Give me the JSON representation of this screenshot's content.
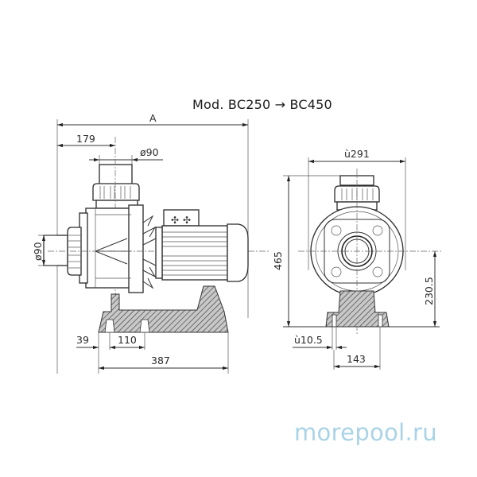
{
  "title": "Mod. BC250 → BC450",
  "watermark": "morepool.ru",
  "colors": {
    "line": "#2a2a2a",
    "watermark": "#a9d3e6",
    "background": "#ffffff"
  },
  "side_view": {
    "dimensions": {
      "overall_length": "A",
      "inlet_offset": "179",
      "outlet_diameter": "ø90",
      "inlet_diameter": "ø90",
      "foot_offset": "39",
      "foot_spacing": "110",
      "base_length": "387"
    }
  },
  "front_view": {
    "dimensions": {
      "body_diameter": "ù291",
      "total_height": "465",
      "axis_height": "230.5",
      "bolt_hole": "ù10.5",
      "foot_width": "143"
    }
  }
}
